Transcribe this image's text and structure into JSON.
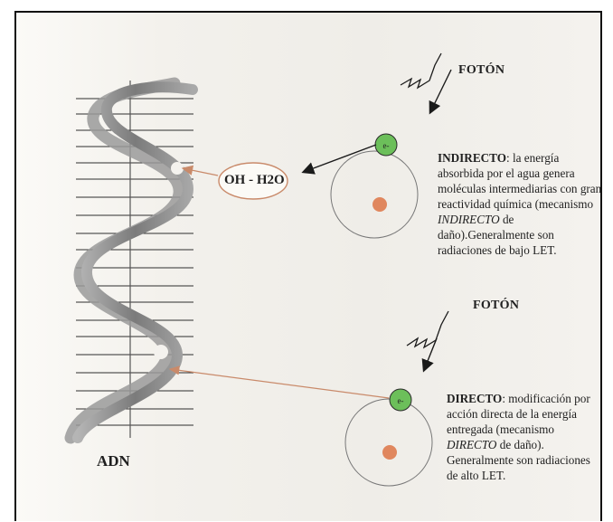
{
  "labels": {
    "foton_top": "FOTÓN",
    "foton_bottom": "FOTÓN",
    "electron": "e-",
    "radical": "OH - H2O",
    "dna": "ADN"
  },
  "indirect": {
    "term": "INDIRECTO",
    "text_a": ": la energía absorbida por el agua genera moléculas intermediarias con gran reactividad química (mecanismo ",
    "mechanism": "INDIRECTO",
    "text_b": " de daño).Generalmente son radiaciones de bajo LET."
  },
  "direct": {
    "term": "DIRECTO",
    "text_a": ": modificación por acción directa de la energía entregada (mecanismo ",
    "mechanism": "DIRECTO",
    "text_b": " de daño). Generalmente son radiaciones de alto LET."
  },
  "colors": {
    "electron_fill": "#6cbf5a",
    "nucleus_fill": "#e0875e",
    "damage_arrow": "#c98a6a",
    "strand": "#8f8f8f"
  }
}
